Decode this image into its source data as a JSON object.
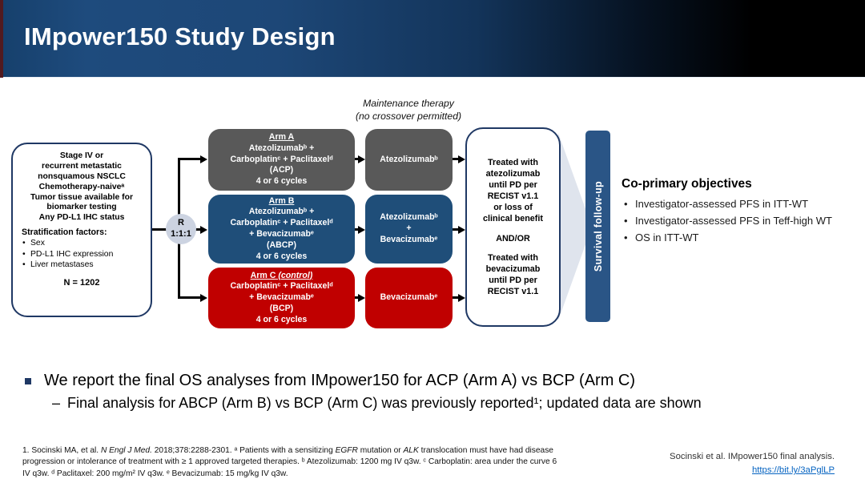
{
  "header": {
    "title": "IMpower150 Study Design"
  },
  "diagram": {
    "patient_box": {
      "lines": [
        "Stage IV or",
        "recurrent metastatic",
        "nonsquamous NSCLC",
        "Chemotherapy-naiveᵃ",
        "Tumor tissue available for",
        "biomarker testing",
        "Any PD-L1 IHC status"
      ],
      "strat_title": "Stratification factors:",
      "strat_items": [
        "Sex",
        "PD-L1 IHC expression",
        "Liver metastases"
      ],
      "n_label": "N = 1202"
    },
    "randomization": {
      "r": "R",
      "ratio": "1:1:1"
    },
    "maintenance_header": {
      "line1": "Maintenance therapy",
      "line2": "(no crossover permitted)"
    },
    "arms": [
      {
        "title": "Arm A",
        "title_suffix": "",
        "lines": [
          "Atezolizumabᵇ +",
          "Carboplatinᶜ + Paclitaxelᵈ",
          "(ACP)",
          "4 or 6 cycles"
        ]
      },
      {
        "title": "Arm B",
        "title_suffix": "",
        "lines": [
          "Atezolizumabᵇ +",
          "Carboplatinᶜ + Paclitaxelᵈ",
          "+ Bevacizumabᵉ",
          "(ABCP)",
          "4 or 6 cycles"
        ]
      },
      {
        "title": "Arm C",
        "title_suffix": " (control)",
        "lines": [
          "Carboplatinᶜ + Paclitaxelᵈ",
          "+ Bevacizumabᵉ",
          "(BCP)",
          "4 or 6 cycles"
        ]
      }
    ],
    "maintenance": [
      {
        "lines": [
          "Atezolizumabᵇ"
        ]
      },
      {
        "lines": [
          "Atezolizumabᵇ",
          "+",
          "Bevacizumabᵉ"
        ]
      },
      {
        "lines": [
          "Bevacizumabᵉ"
        ]
      }
    ],
    "treatment_box": {
      "para1_lines": [
        "Treated with",
        "atezolizumab",
        "until PD per",
        "RECIST v1.1",
        "or loss of",
        "clinical benefit"
      ],
      "connector": "AND/OR",
      "para2_lines": [
        "Treated with",
        "bevacizumab",
        "until PD per",
        "RECIST v1.1"
      ]
    },
    "survival_bar": {
      "label": "Survival follow-up"
    }
  },
  "objectives": {
    "title": "Co-primary objectives",
    "items": [
      "Investigator-assessed PFS in ITT-WT",
      "Investigator-assessed PFS in Teff-high WT",
      "OS in ITT-WT"
    ]
  },
  "summary": {
    "main": "We report the final OS analyses from IMpower150 for ACP (Arm A) vs BCP (Arm C)",
    "sub_dash": "–",
    "sub": "Final analysis for ABCP (Arm B) vs BCP (Arm C) was previously reported¹; updated data are shown"
  },
  "footnotes": {
    "seg1": "1. Socinski MA, et al. ",
    "seg2": "N Engl J Med.",
    "seg3": " 2018;378:2288-2301.  ᵃ Patients with a sensitizing ",
    "seg4": "EGFR",
    "seg5": " mutation or ",
    "seg6": "ALK",
    "seg7": " translocation must have had disease progression or intolerance of treatment with ≥ 1 approved targeted therapies. ᵇ Atezolizumab: 1200 mg IV q3w. ᶜ Carboplatin: area under the curve 6 IV q3w. ᵈ Paclitaxel: 200 mg/m² IV q3w. ᵉ Bevacizumab: 15 mg/kg IV q3w."
  },
  "credit": {
    "line1": "Socinski et al. IMpower150 final analysis.",
    "link": "https://bit.ly/3aPglLP"
  },
  "colors": {
    "arm_gray": "#595959",
    "arm_blue": "#1F4E79",
    "arm_red": "#C00000",
    "navy_border": "#1F3864",
    "survival_bar": "#2A5586",
    "link": "#0563C1"
  }
}
